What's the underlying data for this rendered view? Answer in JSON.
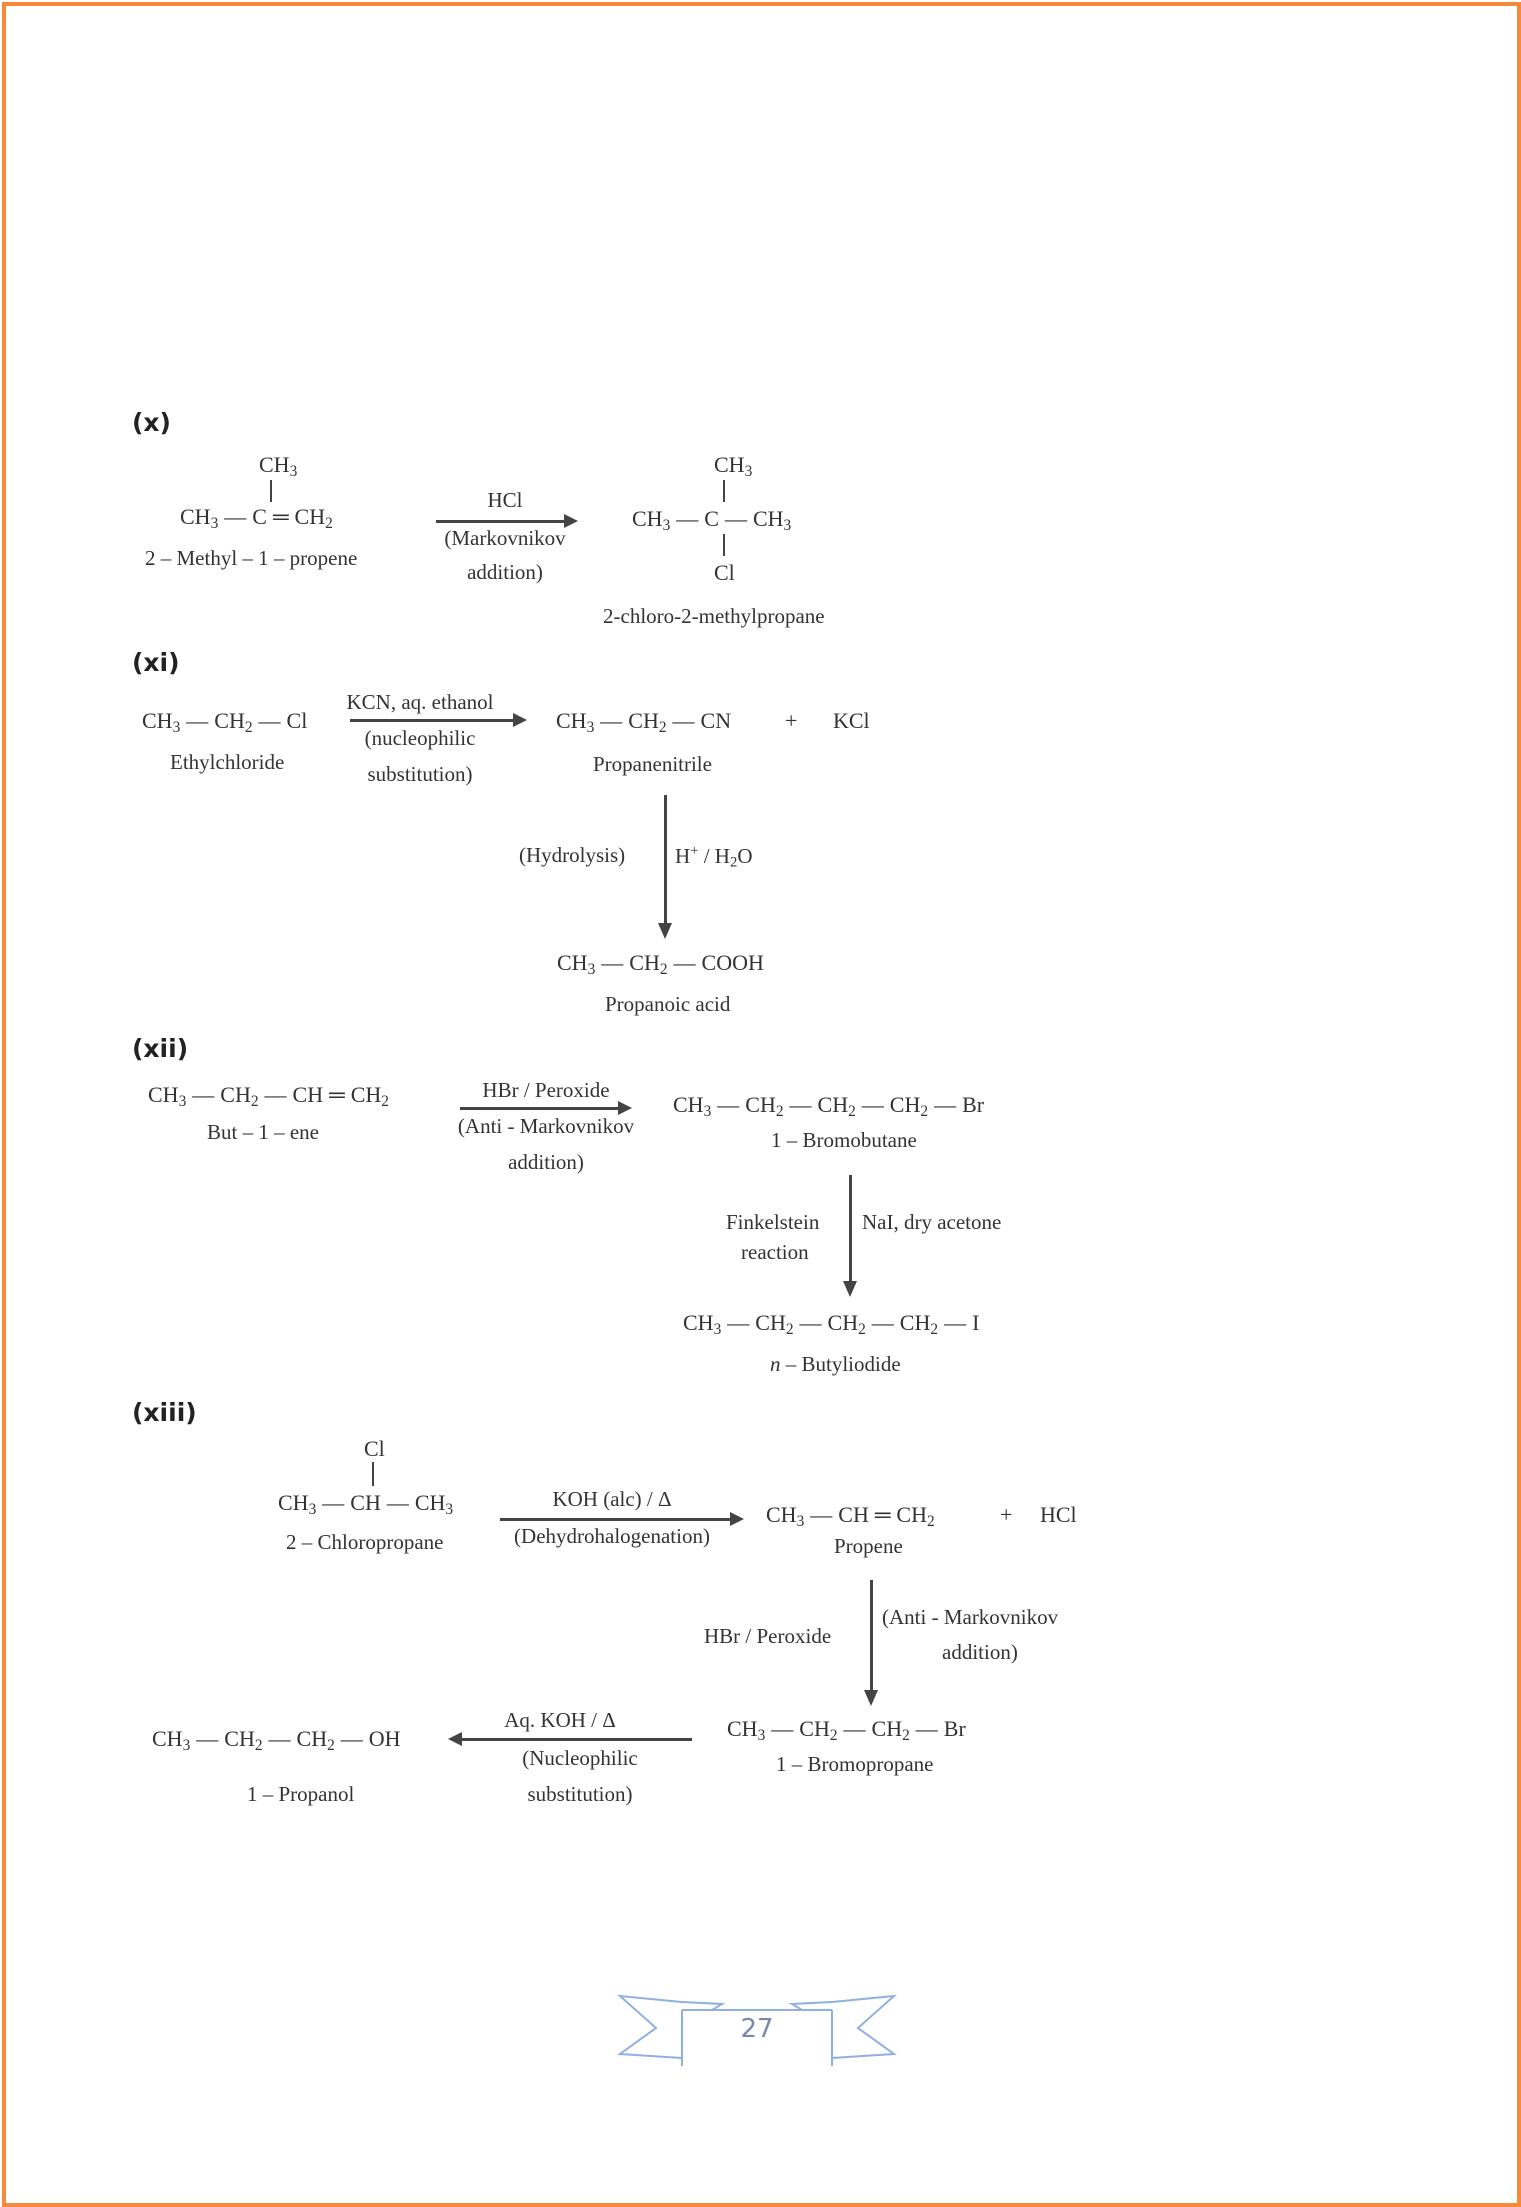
{
  "page": {
    "border_color": "#f58a3a",
    "page_number": "27",
    "page_number_color": "#7a88b0",
    "ribbon_color": "#8fb0e0"
  },
  "sections": [
    {
      "label": "(x)",
      "reactant": {
        "top": "CH3",
        "main": "CH3 — C = CH2",
        "name": "2 – Methyl – 1 – propene"
      },
      "arrow": {
        "above": "HCl",
        "below1": "(Markovnikov",
        "below2": "addition)"
      },
      "product": {
        "top": "CH3",
        "main": "CH3 — C — CH3",
        "bottom": "Cl",
        "name": "2-chloro-2-methylpropane"
      }
    },
    {
      "label": "(xi)",
      "reactant": {
        "main": "CH3 — CH2 — Cl",
        "name": "Ethylchloride"
      },
      "arrow": {
        "above": "KCN, aq. ethanol",
        "below1": "(nucleophilic",
        "below2": "substitution)"
      },
      "product": {
        "main": "CH3 — CH2 — CN",
        "plus": "+",
        "byproduct": "KCl",
        "name": "Propanenitrile"
      },
      "down_arrow": {
        "left": "(Hydrolysis)",
        "right": "H+ / H2O"
      },
      "final": {
        "main": "CH3 — CH2 — COOH",
        "name": "Propanoic acid"
      }
    },
    {
      "label": "(xii)",
      "reactant": {
        "main": "CH3 — CH2 — CH = CH2",
        "name": "But – 1 – ene"
      },
      "arrow": {
        "above": "HBr / Peroxide",
        "below1": "(Anti - Markovnikov",
        "below2": "addition)"
      },
      "product": {
        "main": "CH3 — CH2 — CH2 — CH2 — Br",
        "name": "1 – Bromobutane"
      },
      "down_arrow": {
        "left1": "Finkelstein",
        "left2": "reaction",
        "right": "NaI, dry acetone"
      },
      "final": {
        "main": "CH3 — CH2 — CH2 — CH2 — I",
        "name_prefix": "n",
        "name": " – Butyliodide"
      }
    },
    {
      "label": "(xiii)",
      "reactant": {
        "top": "Cl",
        "main": "CH3 — CH — CH3",
        "name": "2 – Chloropropane"
      },
      "arrow": {
        "above": "KOH (alc) / Δ",
        "below1": "(Dehydrohalogenation)"
      },
      "product": {
        "main": "CH3 — CH = CH2",
        "plus": "+",
        "byproduct": "HCl",
        "name": "Propene"
      },
      "down_arrow": {
        "left": "HBr / Peroxide",
        "right1": "(Anti - Markovnikov",
        "right2": "addition)"
      },
      "intermediate": {
        "main": "CH3 — CH2 — CH2 — Br",
        "name": "1 – Bromopropane"
      },
      "left_arrow": {
        "above": "Aq. KOH / Δ",
        "below1": "(Nucleophilic",
        "below2": "substitution)"
      },
      "final": {
        "main": "CH3 — CH2 — CH2 — OH",
        "name": "1 – Propanol"
      }
    }
  ]
}
